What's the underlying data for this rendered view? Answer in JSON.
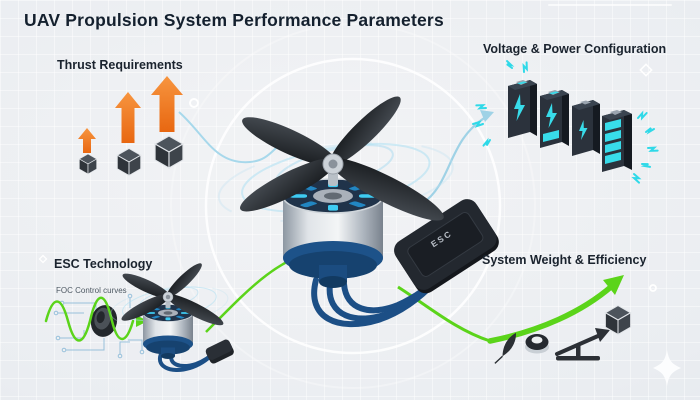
{
  "title": "UAV Propulsion System Performance Parameters",
  "sections": {
    "thrust": {
      "label": "Thrust Requirements"
    },
    "voltage": {
      "label": "Voltage & Power Configuration"
    },
    "esc": {
      "label": "ESC Technology",
      "sublabel": "FOC Control curves"
    },
    "weight": {
      "label": "System Weight & Efficiency"
    }
  },
  "center_module": {
    "esc_box_label": "ESC"
  },
  "colors": {
    "title_text": "#14202e",
    "thrust_orange": "#ef7a27",
    "power_cyan": "#2fd9e8",
    "flow_green": "#5bd41a",
    "link_blue": "#a7d8eb",
    "wire_blue": "#1c4f86",
    "dark_component": "#23282f",
    "background": "#e9ecf0"
  }
}
